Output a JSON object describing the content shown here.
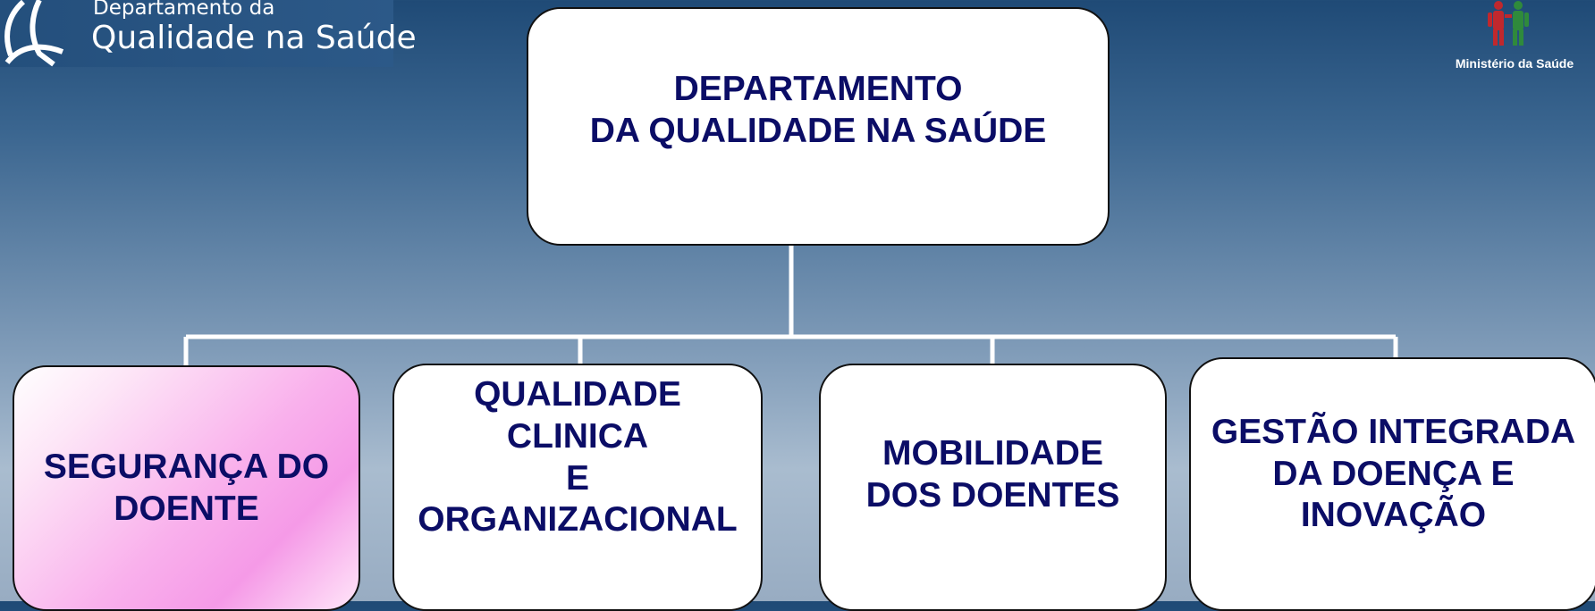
{
  "header": {
    "left_logo": {
      "line1": "Departamento da",
      "line2": "Qualidade na Saúde"
    },
    "right_logo": {
      "caption": "Ministério da Saúde"
    }
  },
  "org_chart": {
    "root": {
      "label": "DEPARTAMENTO\nDA QUALIDADE NA SAÚDE"
    },
    "children": [
      {
        "label": "SEGURANÇA DO\nDOENTE",
        "highlighted": true
      },
      {
        "label": "QUALIDADE\nCLINICA\nE\nORGANIZACIONAL",
        "highlighted": false
      },
      {
        "label": "MOBILIDADE\nDOS DOENTES",
        "highlighted": false
      },
      {
        "label": "GESTÃO INTEGRADA\nDA DOENÇA E\nINOVAÇÃO",
        "highlighted": false
      }
    ]
  },
  "colors": {
    "text": "#0b0d66",
    "highlight": "#f59ae7",
    "connector": "#ffffff"
  }
}
